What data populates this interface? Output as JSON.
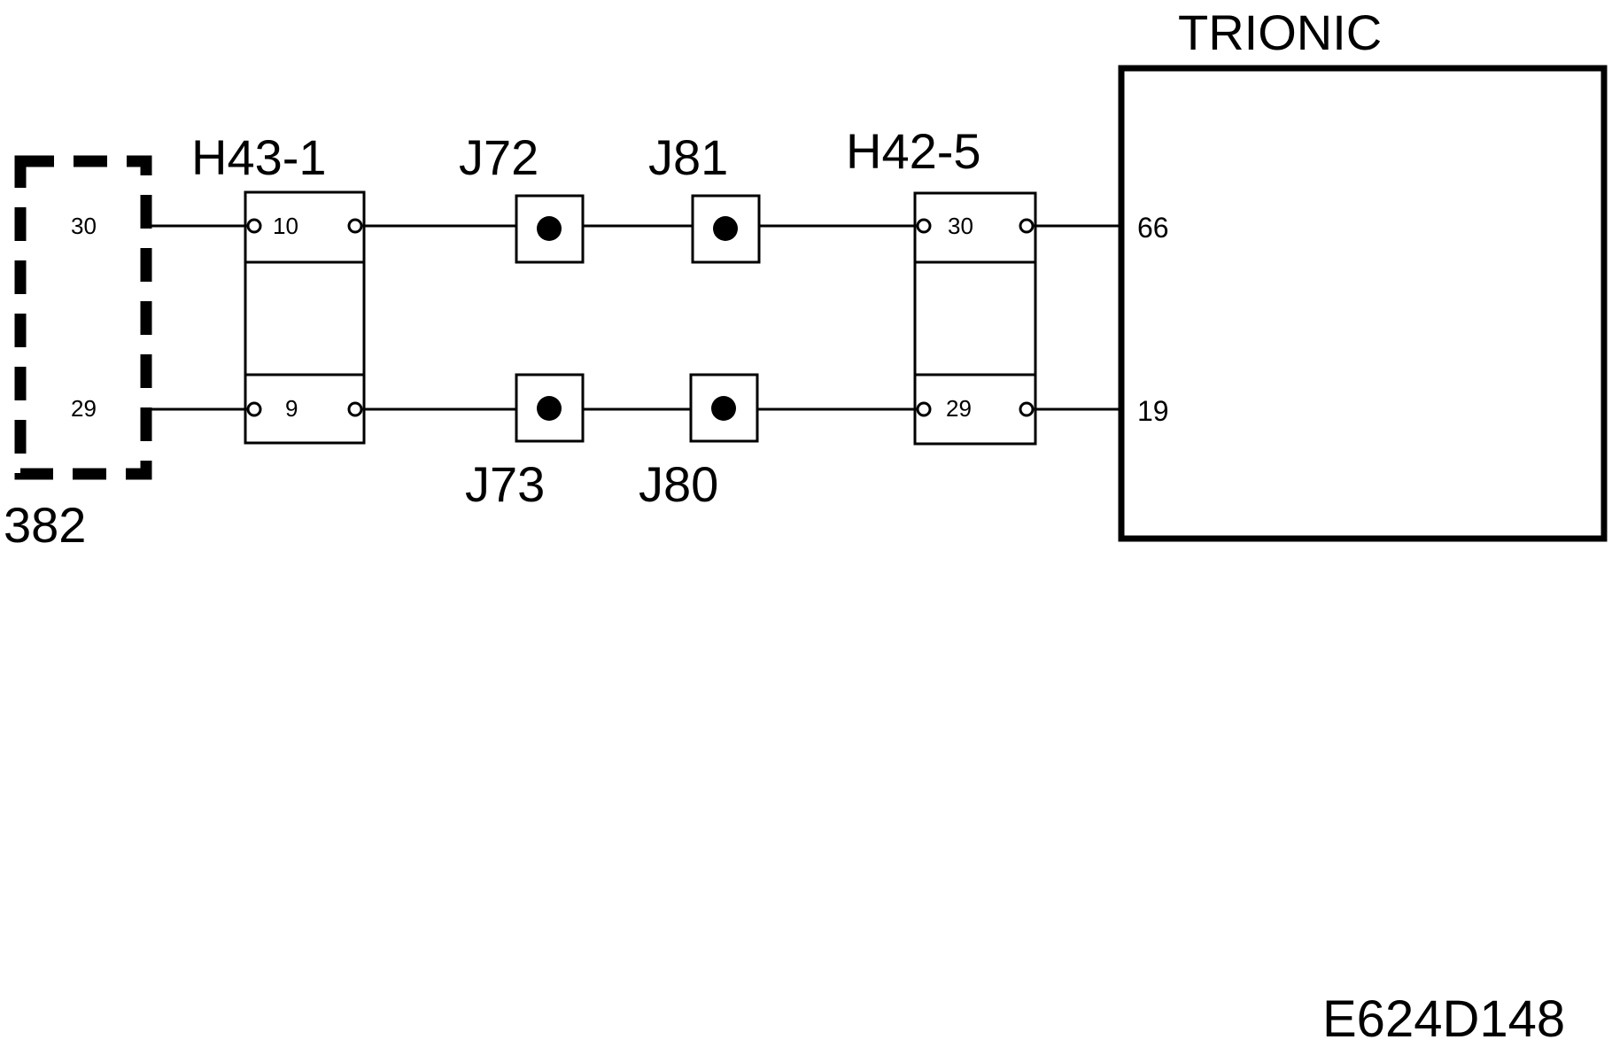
{
  "components": {
    "connector_382": {
      "label": "382",
      "pins": {
        "top": "30",
        "bottom": "29"
      }
    },
    "connector_h43": {
      "label": "H43-1",
      "pins": {
        "top": "10",
        "bottom": "9"
      }
    },
    "connector_h42": {
      "label": "H42-5",
      "pins": {
        "top": "30",
        "bottom": "29"
      }
    },
    "ecu_trionic": {
      "label": "TRIONIC",
      "pins": {
        "top": "66",
        "bottom": "19"
      }
    },
    "junctions": {
      "j72": "J72",
      "j81": "J81",
      "j73": "J73",
      "j80": "J80"
    }
  },
  "footer": {
    "code": "E624D148"
  }
}
